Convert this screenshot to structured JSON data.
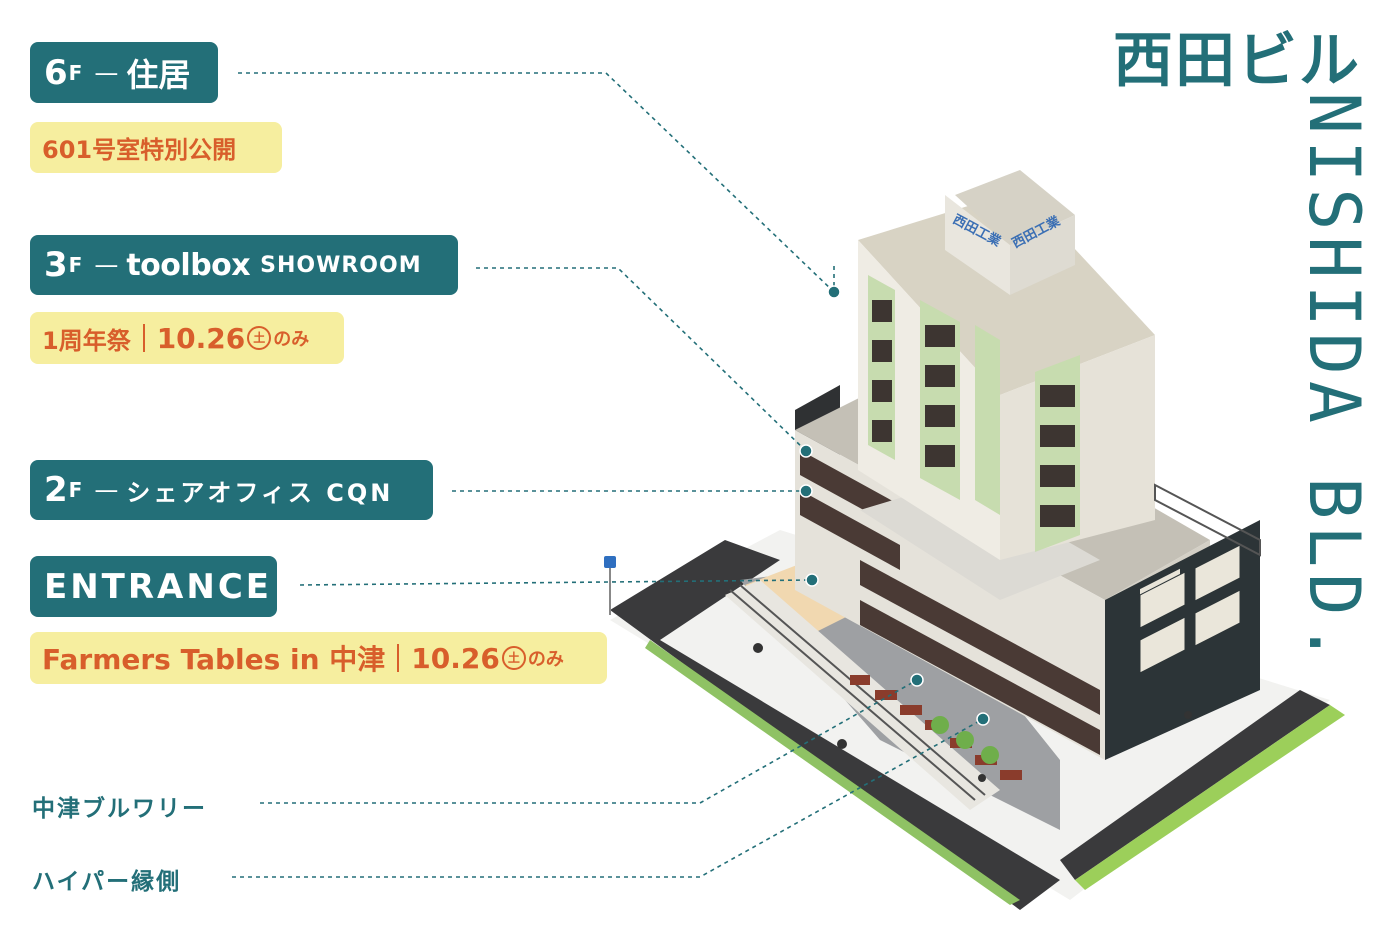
{
  "title_jp": "西田ビル",
  "title_en": "NISHIDA BLD.",
  "floors": {
    "f6": {
      "num": "6",
      "unit": "F",
      "dash": "—",
      "name": "住居",
      "note": "601号室特別公開"
    },
    "f3": {
      "num": "3",
      "unit": "F",
      "dash": "—",
      "brand": "toolbox",
      "name": "SHOWROOM",
      "note_a": "1周年祭",
      "note_b": "10.26",
      "note_c": "土",
      "note_d": "のみ"
    },
    "f2": {
      "num": "2",
      "unit": "F",
      "dash": "—",
      "name": "シェアオフィス CQN"
    },
    "entrance": {
      "name": "ENTRANCE",
      "note_a": "Farmers Tables in 中津",
      "note_b": "10.26",
      "note_c": "土",
      "note_d": "のみ"
    }
  },
  "labels": {
    "brewery": "中津ブルワリー",
    "engawa": "ハイパー縁側"
  },
  "building_signs": [
    "西田工業",
    "西田工業"
  ],
  "colors": {
    "teal": "#236f78",
    "yellow": "#f6ee9f",
    "orange": "#d85e2b"
  }
}
